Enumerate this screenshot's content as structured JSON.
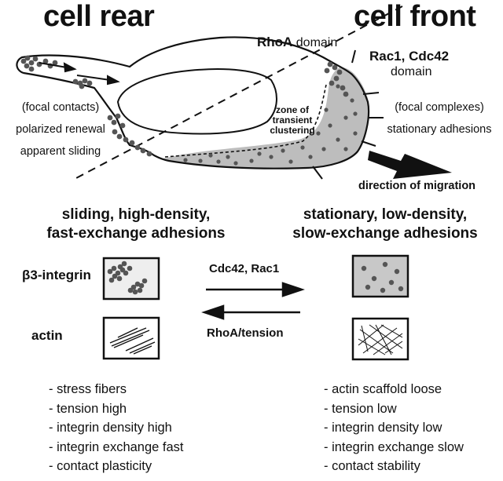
{
  "titles": {
    "rear": "cell rear",
    "front": "cell front"
  },
  "domains": {
    "rhoa_bold": "RhoA",
    "rhoa_rest": "domain",
    "rac_bold": "Rac1, Cdc42",
    "rac_rest": "domain"
  },
  "zone_label": [
    "zone of",
    "transient",
    "clustering"
  ],
  "rear_notes": [
    "(focal contacts)",
    "polarized renewal",
    "apparent sliding"
  ],
  "front_notes": [
    "(focal complexes)",
    "stationary adhesions"
  ],
  "migration_label": "direction of migration",
  "headers": {
    "left": [
      "sliding, high-density,",
      "fast-exchange adhesions"
    ],
    "right": [
      "stationary, low-density,",
      "slow-exchange adhesions"
    ]
  },
  "row_labels": {
    "integrin": "β3-integrin",
    "actin": "actin"
  },
  "arrows": {
    "forward": "Cdc42, Rac1",
    "backward": "RhoA/tension"
  },
  "rear_list": [
    "- stress fibers",
    "- tension high",
    "- integrin density high",
    "- integrin exchange fast",
    "- contact plasticity"
  ],
  "front_list": [
    "- actin scaffold loose",
    "- tension low",
    "- integrin density low",
    "- integrin exchange slow",
    "- contact stability"
  ],
  "colors": {
    "ink": "#111111",
    "front_fill": "#bdbdbd",
    "box_fill": "#eeeeee",
    "box_fill_front": "#c8c8c8",
    "dots": "#555555"
  }
}
